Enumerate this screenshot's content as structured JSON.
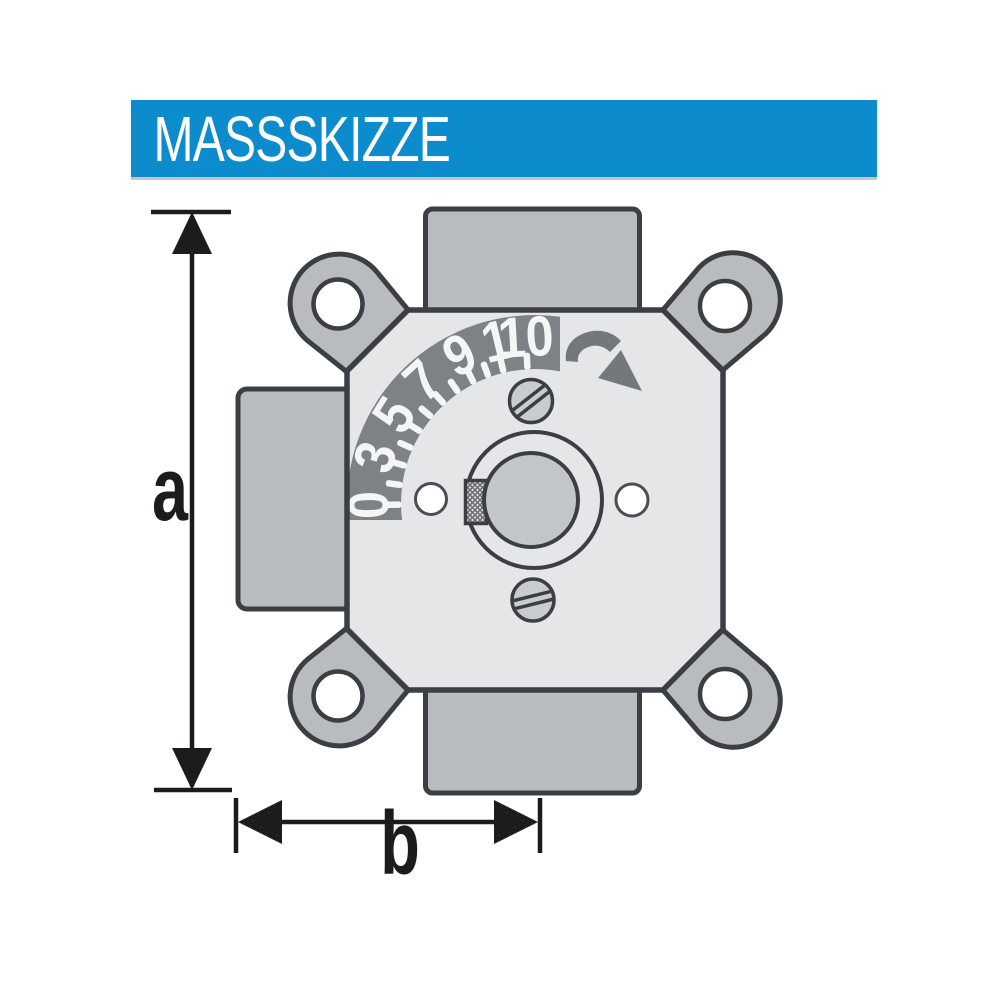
{
  "header": {
    "title": "MASSSKIZZE"
  },
  "diagram": {
    "description": "Front-view dimension sketch of a 3-way mixing valve with rotary dial scale, four mounting ears, three pipe connections and two dimension lines",
    "dial": {
      "scale_labels": [
        "0",
        "3",
        "5",
        "7",
        "9",
        "1",
        "10"
      ],
      "rotation_direction": "clockwise"
    },
    "dimensions": {
      "vertical_label": "a",
      "horizontal_label": "b"
    }
  },
  "colors": {
    "accent_blue": "#0d8ccd",
    "title_text": "#ffffff",
    "page_bg": "#ffffff",
    "body_fill": "#e5e6e7",
    "flange_fill": "#b9bcbe",
    "band_fill": "#7d8286",
    "scale_text": "#f4f5f5",
    "knob_fill": "#c3c6c8",
    "screw_fill": "#c9ccce",
    "outline": "#3b3f43",
    "arrow_fill": "#73787c",
    "dimension_color": "#1b1c1e"
  }
}
